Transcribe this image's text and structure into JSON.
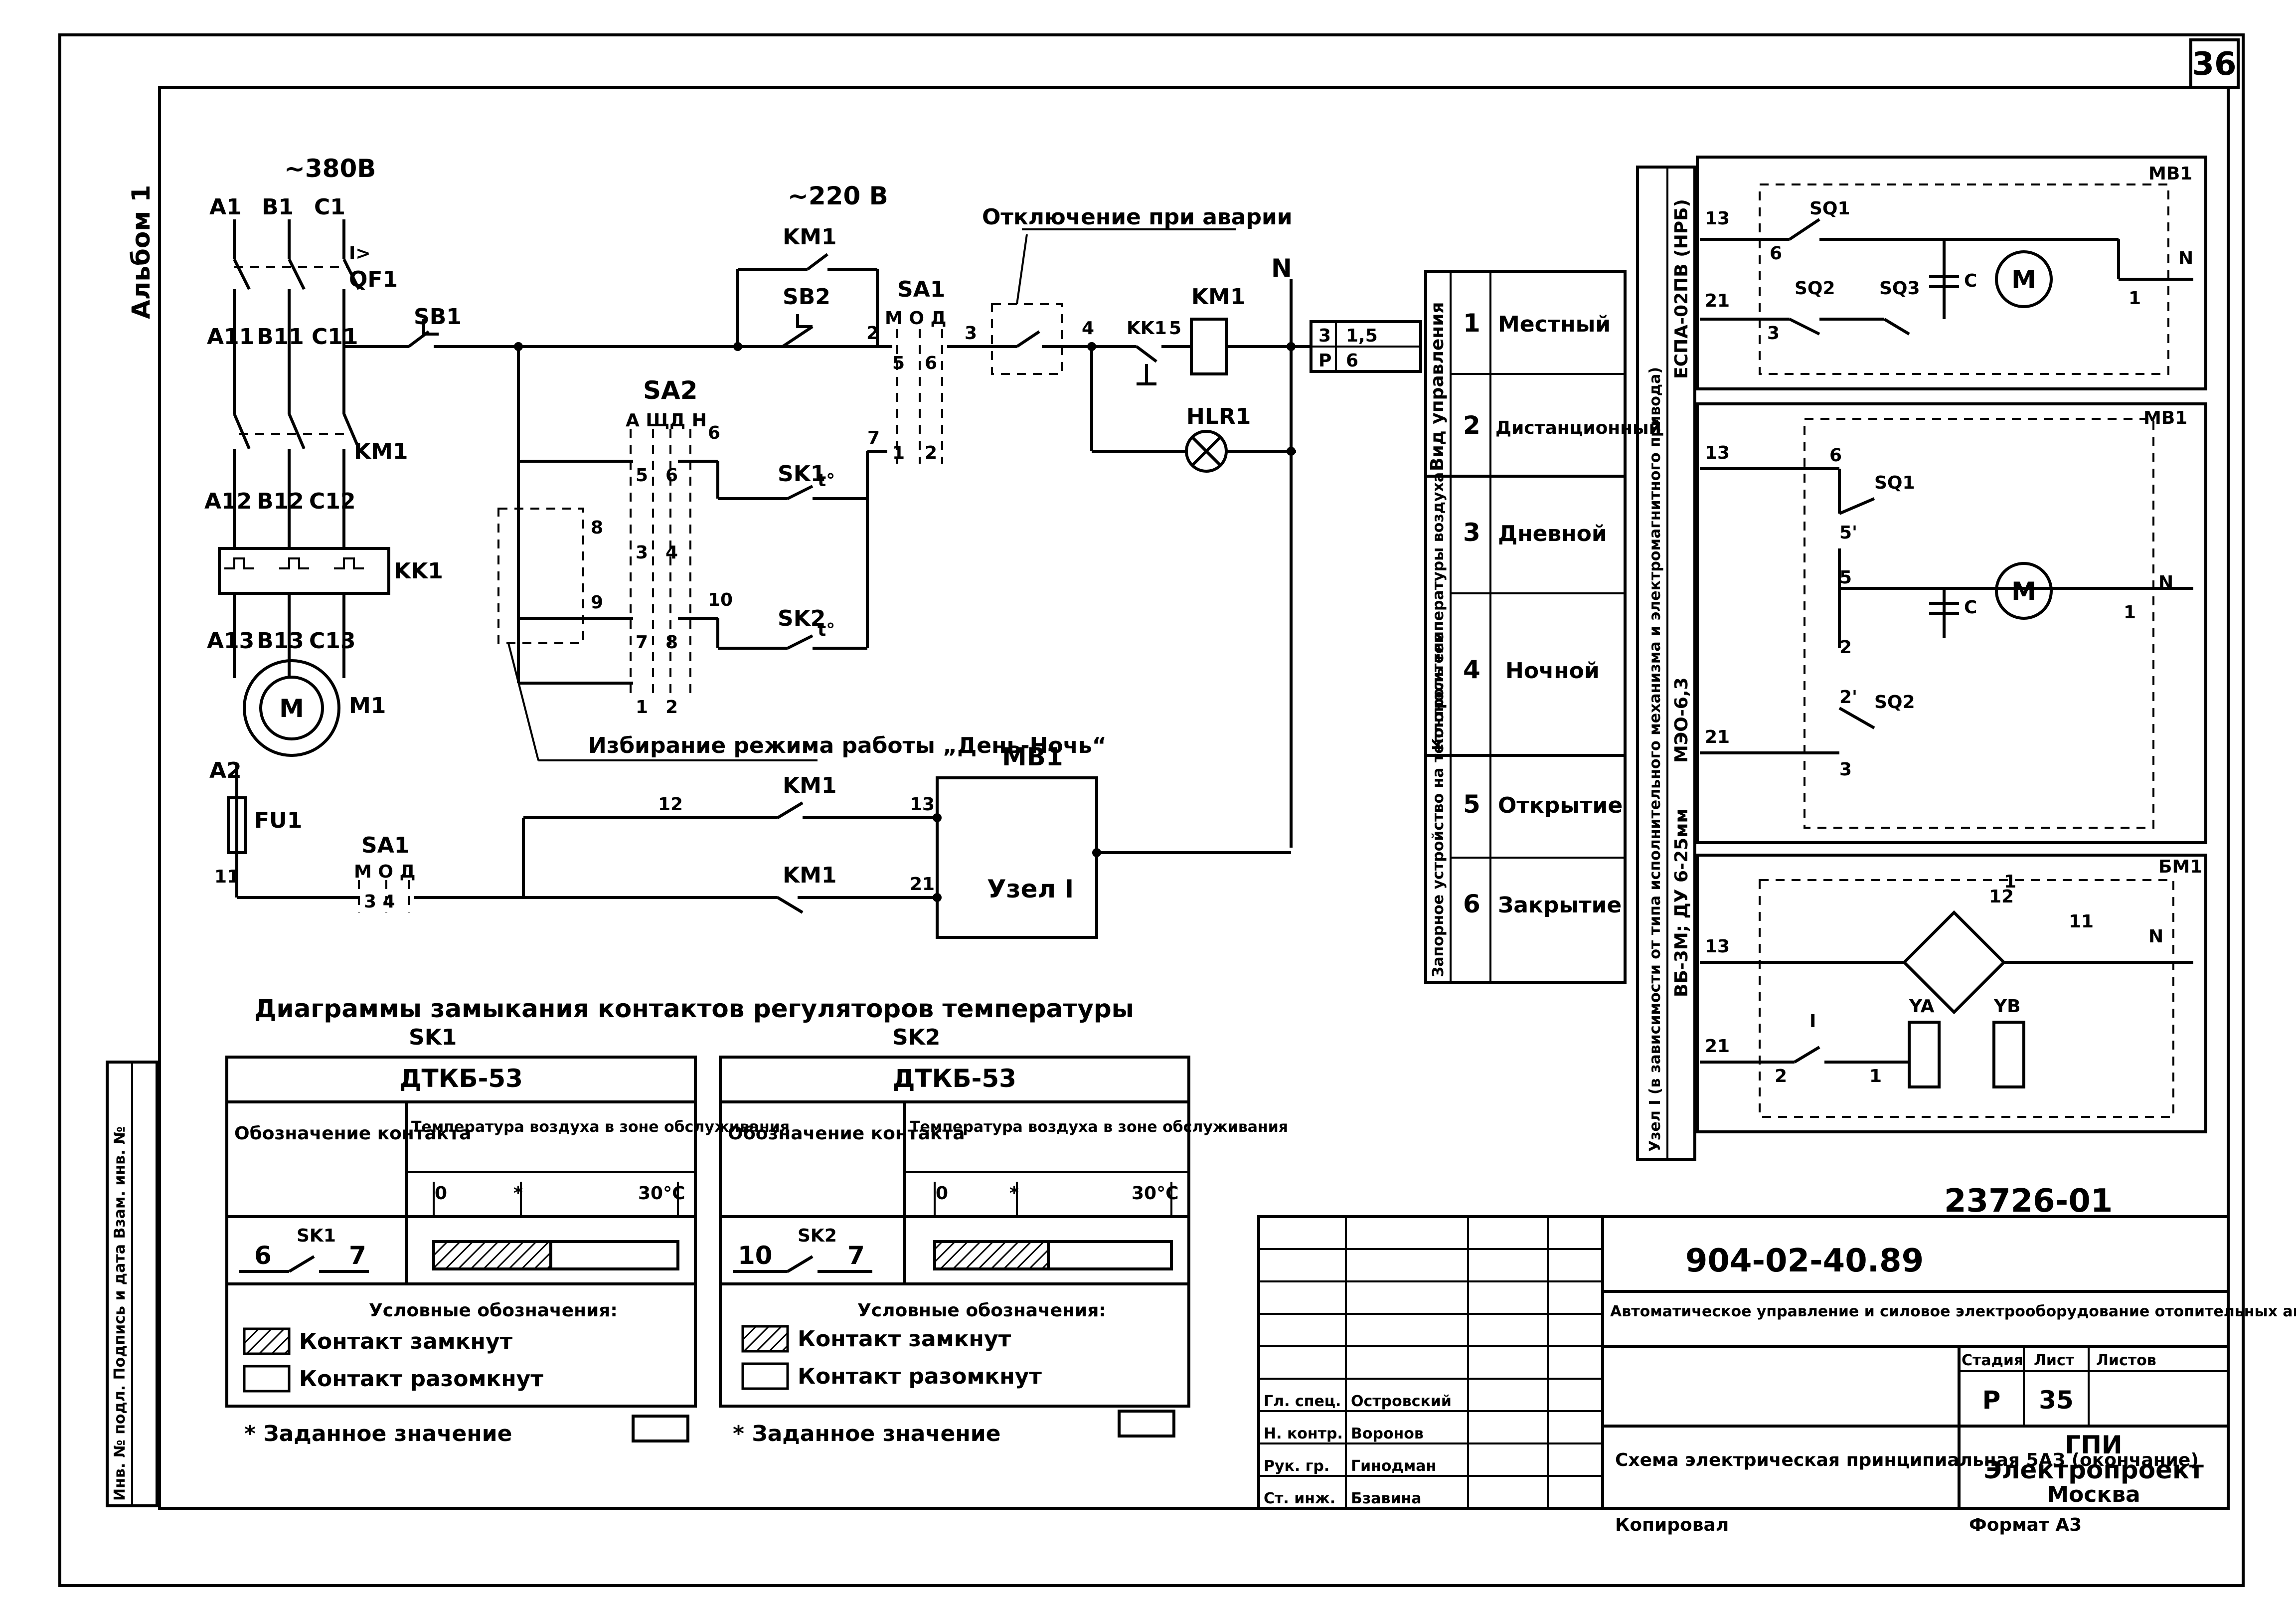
{
  "sheet": {
    "corner_number": "36",
    "album": "Альбом 1",
    "side_stamp": "Инв. № подл. Подпись и дата Взам. инв. №",
    "doc_number_handwritten": "23726-01"
  },
  "power": {
    "supply_3ph": "~380В",
    "phases_in": [
      "A1",
      "B1",
      "C1"
    ],
    "breaker": "QF1",
    "breaker_mark": "I>",
    "phases_qf": [
      "A11",
      "B11",
      "C11"
    ],
    "contactor": "KM1",
    "phases_km": [
      "A12",
      "B12",
      "C12"
    ],
    "relay": "KK1",
    "phases_motor": [
      "A13",
      "B13",
      "C13"
    ],
    "motor_symbol": "M",
    "motor": "M1",
    "ctrl_phase": "A2",
    "fuse": "FU1",
    "wire_11": "11"
  },
  "control": {
    "supply": "~220 В",
    "sb1": "SB1",
    "sb2": "SB2",
    "km1_hold": "KM1",
    "sa1": "SA1",
    "sa1_positions": "М О Д",
    "sa1_contacts": [
      "5",
      "6",
      "1",
      "2"
    ],
    "emergency_label": "Отключение при аварии",
    "wire_2": "2",
    "wire_3": "3",
    "wire_4": "4",
    "wire_5": "5",
    "wire_7": "7",
    "kk1": "KK1",
    "km1_coil": "KM1",
    "hlr1": "HLR1",
    "neutral": "N",
    "sa2": "SA2",
    "sa2_positions": "А ЩД Н",
    "sa2_contacts": [
      "5",
      "6",
      "3",
      "4",
      "7",
      "8",
      "1",
      "2"
    ],
    "wire_6": "6",
    "wire_8": "8",
    "wire_9": "9",
    "wire_10": "10",
    "sk1": "SK1",
    "sk2": "SK2",
    "t_mark": "t°",
    "mode_note": "Избирание режима работы „День-Ночь“"
  },
  "bottom_circuit": {
    "sa1": "SA1",
    "sa1_positions": "М О Д",
    "sa1_contacts": "3 4",
    "wire_12": "12",
    "km1_a": "KM1",
    "km1_b": "KM1",
    "term_13": "13",
    "term_21": "21",
    "mb1": "МВ1",
    "node": "Узел I"
  },
  "terminals": {
    "rows": [
      {
        "n": "3",
        "v": "1,5"
      },
      {
        "n": "Р",
        "v": "6"
      }
    ]
  },
  "function_table": {
    "groups": [
      "Вид управления",
      "Контроль температуры воздуха",
      "Запорное устройство на теплоносителе"
    ],
    "rows": [
      {
        "n": "1",
        "label": "Местный"
      },
      {
        "n": "2",
        "label": "Дистанционный"
      },
      {
        "n": "3",
        "label": "Дневной"
      },
      {
        "n": "4",
        "label": "Ночной"
      },
      {
        "n": "5",
        "label": "Открытие"
      },
      {
        "n": "6",
        "label": "Закрытие"
      }
    ]
  },
  "node_panel": {
    "note_top": "Узел I (в зависимости от типа исполнительного механизма и электромагнитного привода)",
    "spec_1": "ЕСПА-02ПВ (НРБ)",
    "spec_2": "МЭО-6,3",
    "spec_3": "ВБ-3М; ДУ 6-25мм",
    "box1": {
      "title": "МВ1",
      "t13": "13",
      "t21": "21",
      "n": "N",
      "c6": "6",
      "c3": "3",
      "c1": "1",
      "sq1": "SQ1",
      "sq2": "SQ2",
      "sq3": "SQ3",
      "cap": "C",
      "motor": "M"
    },
    "box2": {
      "title": "МВ1",
      "t13": "13",
      "t21": "21",
      "n": "N",
      "c6": "6",
      "c5p": "5'",
      "c5": "5",
      "c2": "2",
      "c2p": "2'",
      "c3": "3",
      "c1": "1",
      "sq1": "SQ1",
      "sq2": "SQ2",
      "cap": "C",
      "motor": "M"
    },
    "box3": {
      "title": "БМ1",
      "t13": "13",
      "t21": "21",
      "n": "N",
      "c2": "2",
      "c1": "1",
      "c11": "11",
      "c12": "12",
      "c1b": "1",
      "sw": "I",
      "ya": "YA",
      "yb": "YB"
    }
  },
  "diagrams": {
    "title": "Диаграммы замыкания контактов регуляторов температуры",
    "left": {
      "ref": "SK1",
      "type": "ДТКБ-53",
      "col1": "Обозначение контакта",
      "col2": "Температура воздуха в зоне обслуживания",
      "scale": [
        "0",
        "*",
        "30°C"
      ],
      "contact_a": "6",
      "contact_ref": "SK1",
      "contact_b": "7",
      "legend_title": "Условные обозначения:",
      "legend_closed": "Контакт замкнут",
      "legend_open": "Контакт разомкнут",
      "setpoint_note": "* Заданное значение",
      "closed_fraction": 0.48
    },
    "right": {
      "ref": "SK2",
      "type": "ДТКБ-53",
      "col1": "Обозначение контакта",
      "col2": "Температура воздуха в зоне обслуживания",
      "scale": [
        "0",
        "*",
        "30°C"
      ],
      "contact_a": "10",
      "contact_ref": "SK2",
      "contact_b": "7",
      "legend_title": "Условные обозначения:",
      "legend_closed": "Контакт замкнут",
      "legend_open": "Контакт разомкнут",
      "setpoint_note": "* Заданное значение",
      "closed_fraction": 0.48
    }
  },
  "title_block": {
    "project": "904-02-40.89",
    "description": "Автоматическое управление и силовое электрооборудование отопительных агрегатов",
    "drawing": "Схема электрическая принципиальная 5АЗ (окончание)",
    "stage_hdr": "Стадия",
    "sheet_hdr": "Лист",
    "sheets_hdr": "Листов",
    "stage": "Р",
    "sheet_no": "35",
    "org_1": "ГПИ",
    "org_2": "Электропроект",
    "org_3": "Москва",
    "copied": "Копировал",
    "format": "Формат А3",
    "roles": [
      "Гл. спец.",
      "Н. контр.",
      "Рук. гр.",
      "Ст. инж."
    ],
    "names": [
      "Островский",
      "Воронов",
      "Гинодман",
      "Бзавина"
    ]
  }
}
